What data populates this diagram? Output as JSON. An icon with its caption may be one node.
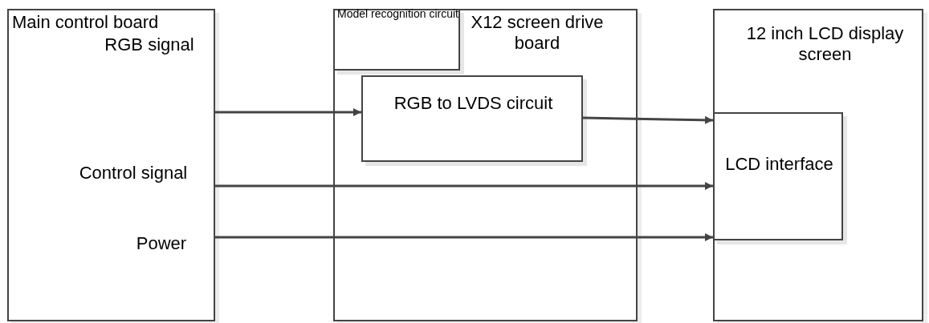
{
  "diagram": {
    "nodes": [
      {
        "text": [
          "Main control board",
          "RGB signal",
          "Control signal",
          "Power"
        ]
      },
      {
        "text": [
          "X12 screen drive board"
        ]
      },
      {
        "text": [
          "Model recognition circuit"
        ],
        "in": 1
      },
      {
        "text": [
          "RGB to LVDS circuit"
        ],
        "in": 1
      },
      {
        "text": [
          "12 inch LCD display screen"
        ]
      },
      {
        "text": [
          "LCD interface"
        ],
        "in": 4
      }
    ],
    "edges": [
      {
        "from": 0,
        "to": 3,
        "arrow": "to"
      },
      {
        "from": 3,
        "to": 5,
        "arrow": "to"
      },
      {
        "from": 0,
        "to": 5,
        "arrow": "to"
      },
      {
        "from": 0,
        "to": 5,
        "arrow": "to"
      }
    ]
  }
}
